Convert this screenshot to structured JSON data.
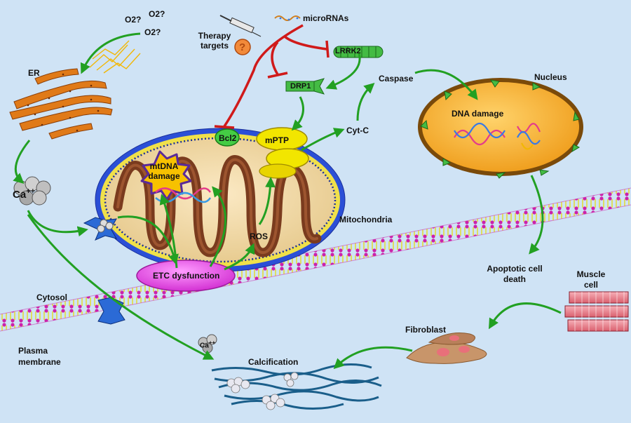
{
  "labels": {
    "o2_a": "O2?",
    "o2_b": "O2?",
    "o2_c": "O2?",
    "er": "ER",
    "therapy_targets": "Therapy targets",
    "therapy_mark": "?",
    "micrornas": "microRNAs",
    "lrrk2": "LRRK2",
    "drp1": "DRP1",
    "caspase": "Caspase",
    "nucleus": "Nucleus",
    "dna_damage": "DNA damage",
    "bcl2": "Bcl2",
    "mptp": "mPTP",
    "cyt_c": "Cyt-C",
    "mtdna_damage": "mtDNA damage",
    "mitochondria": "Mitochondria",
    "ros": "ROS",
    "etc_dysfunction": "ETC dysfunction",
    "ca_top": "Ca",
    "ca_top_charge": "++",
    "ca_bottom": "Ca",
    "ca_bottom_charge": "++",
    "cytosol": "Cytosol",
    "plasma_membrane": "Plasma membrane",
    "apoptotic_cell_death": "Apoptotic cell death",
    "muscle_cell": "Muscle cell",
    "fibroblast": "Fibroblast",
    "calcification": "Calcification"
  },
  "colors": {
    "background": "#cfe3f5",
    "activation_arrow": "#22a022",
    "inhibition_line": "#d01a1a",
    "mitochondrion_matrix": "#f2d9a3",
    "cristae": "#7a3b1e",
    "nucleus_fill": "#f5a623",
    "membrane_head": "#cc22aa",
    "membrane_tail": "#f2e600",
    "etc_fill": "#ee44ee",
    "mptp_fill": "#f2e600",
    "bcl2_fill": "#44cc44",
    "mtdna_burst": "#6633cc",
    "er_fill": "#e07a18"
  }
}
